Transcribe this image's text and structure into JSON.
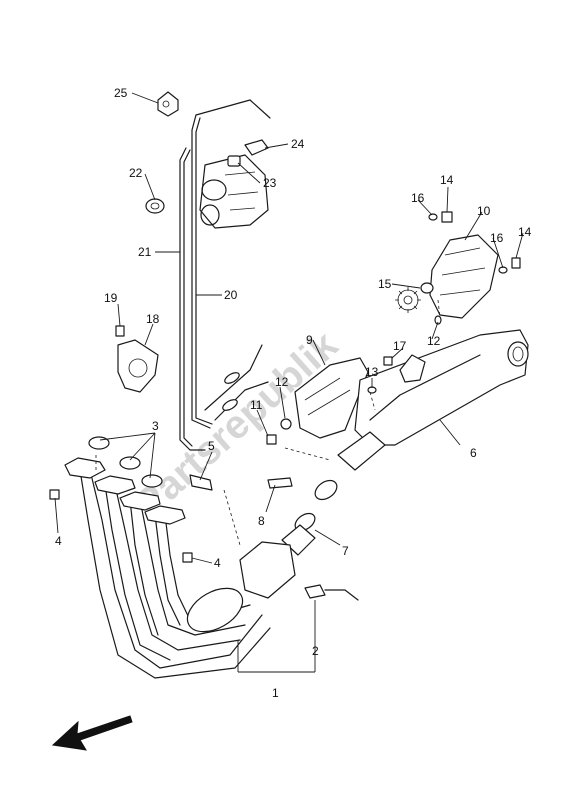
{
  "diagram": {
    "watermark": "Partsrepublik",
    "callouts": {
      "c1": "1",
      "c2": "2",
      "c3": "3",
      "c4a": "4",
      "c4b": "4",
      "c5": "5",
      "c6": "6",
      "c7": "7",
      "c8": "8",
      "c9": "9",
      "c10": "10",
      "c11": "11",
      "c12a": "12",
      "c12b": "12",
      "c13": "13",
      "c14a": "14",
      "c14b": "14",
      "c15": "15",
      "c16a": "16",
      "c16b": "16",
      "c17": "17",
      "c18": "18",
      "c19": "19",
      "c20": "20",
      "c21": "21",
      "c22": "22",
      "c23": "23",
      "c24": "24",
      "c25": "25"
    }
  }
}
